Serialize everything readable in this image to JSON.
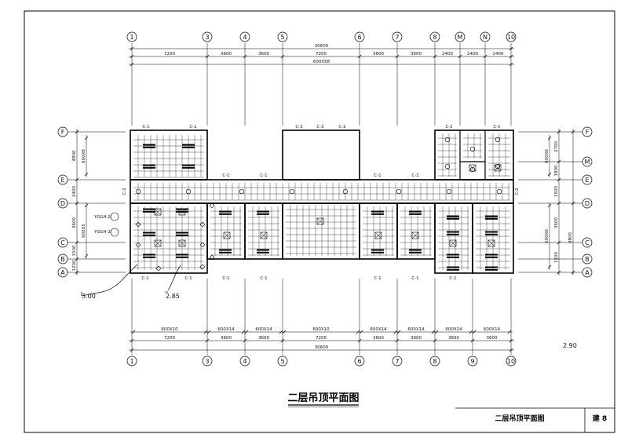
{
  "drawing": {
    "title": "二层吊顶平面图",
    "title_block": {
      "name": "二层吊顶平面图",
      "sheet_no": "建 8"
    }
  },
  "grid_bubbles_x": [
    "1",
    "3",
    "4",
    "5",
    "6",
    "7",
    "8",
    "M",
    "N",
    "10"
  ],
  "grid_bubbles_x_bottom": [
    "1",
    "3",
    "4",
    "5",
    "6",
    "7",
    "8",
    "9",
    "10"
  ],
  "grid_bubbles_y_left": [
    "F",
    "E",
    "D",
    "C",
    "B",
    "A"
  ],
  "grid_bubbles_y_right": [
    "F",
    "M",
    "E",
    "D",
    "C",
    "B",
    "A"
  ],
  "dimensions": {
    "top_overall": "30600",
    "top_segments": [
      "7200",
      "3600",
      "3600",
      "7200",
      "3600",
      "3600",
      "2400",
      "2400",
      "2400"
    ],
    "top_ceiling": "600X58",
    "bottom_overall": "30600",
    "bottom_segments": [
      "7200",
      "3600",
      "3600",
      "7200",
      "3600",
      "3600",
      "3600",
      "3600"
    ],
    "bottom_ceiling": [
      "600X10",
      "600X14",
      "600X14",
      "600X10",
      "600X14",
      "600X14",
      "600X14",
      "600X14"
    ],
    "left": [
      "4800",
      "2400",
      "3600",
      "1500",
      "1200"
    ],
    "left_inner": [
      "600X8",
      "600X5"
    ],
    "right": [
      "2700",
      "1800",
      "1500",
      "4800",
      "3600",
      "1200"
    ],
    "right_inner": [
      "600X6",
      "600X6"
    ]
  },
  "labels": {
    "windows_top": [
      "C-1",
      "C-1",
      "C-2",
      "C-2",
      "C-2",
      "C-1",
      "C-1"
    ],
    "windows_mid": [
      "C-1",
      "C-1",
      "C-1",
      "C-1"
    ],
    "windows_bottom": [
      "C-1",
      "C-1",
      "C-1",
      "C-1",
      "C-1",
      "C-1",
      "C-1"
    ],
    "side": "C-2",
    "light_tags": [
      "YGG4-2",
      "YGG4-2"
    ]
  },
  "elevations": {
    "e1": "3.00",
    "e2": "2.85",
    "e3": "2.90"
  }
}
